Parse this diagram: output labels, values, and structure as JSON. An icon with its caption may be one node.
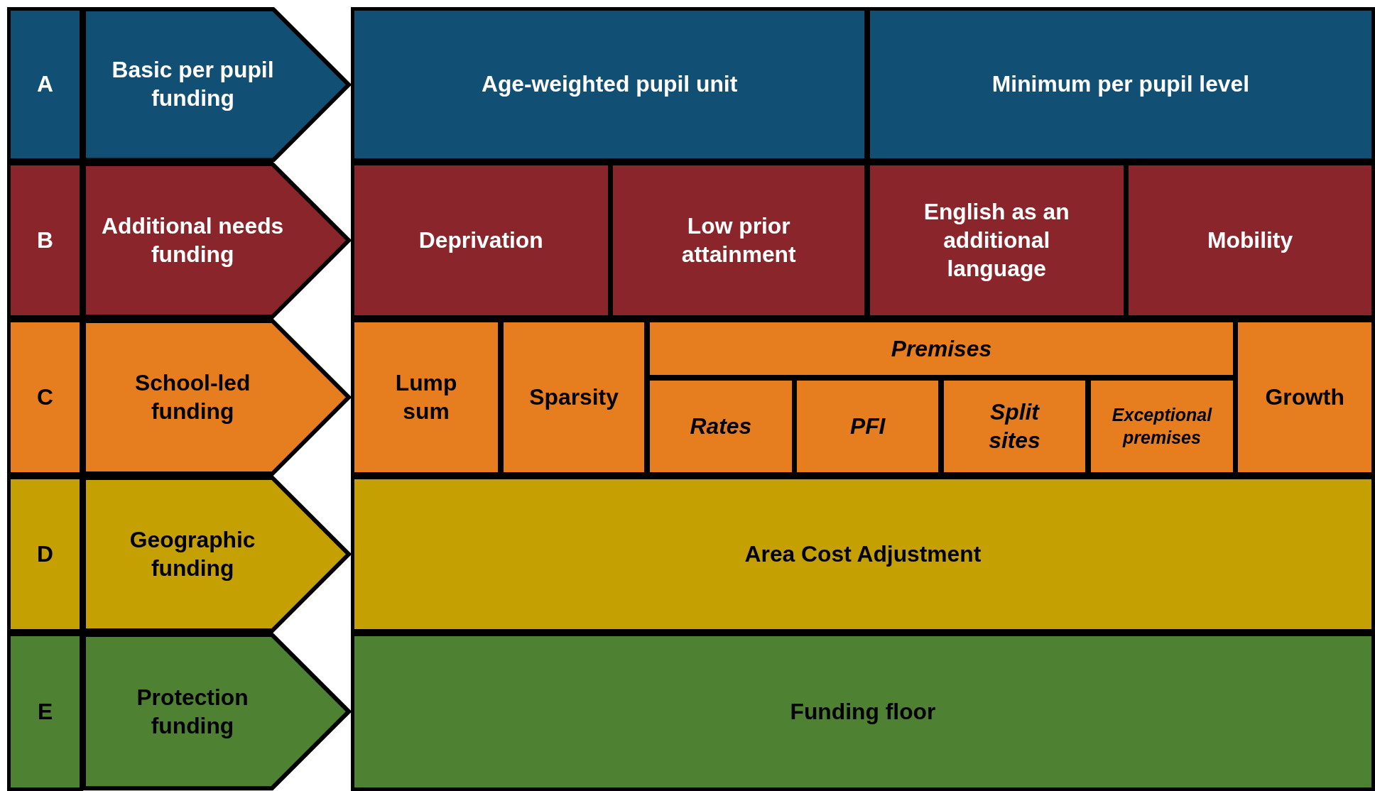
{
  "diagram": {
    "nodes": [
      {
        "text": [
          "A"
        ]
      },
      {
        "text": [
          "Basic per pupil funding"
        ]
      },
      {
        "text": [
          "Age-weighted pupil unit"
        ]
      },
      {
        "text": [
          "Minimum per pupil level"
        ]
      },
      {
        "text": [
          "B"
        ]
      },
      {
        "text": [
          "Additional needs funding"
        ]
      },
      {
        "text": [
          "Deprivation"
        ]
      },
      {
        "text": [
          "Low prior attainment"
        ]
      },
      {
        "text": [
          "English as an additional language"
        ]
      },
      {
        "text": [
          "Mobility"
        ]
      },
      {
        "text": [
          "C"
        ]
      },
      {
        "text": [
          "School-led funding"
        ]
      },
      {
        "text": [
          "Lump sum"
        ]
      },
      {
        "text": [
          "Sparsity"
        ]
      },
      {
        "text": [
          "Premises"
        ]
      },
      {
        "text": [
          "Rates"
        ]
      },
      {
        "text": [
          "PFI"
        ]
      },
      {
        "text": [
          "Split sites"
        ]
      },
      {
        "text": [
          "Exceptional premises"
        ]
      },
      {
        "text": [
          "Growth"
        ]
      },
      {
        "text": [
          "D"
        ]
      },
      {
        "text": [
          "Geographic funding"
        ]
      },
      {
        "text": [
          "Area Cost Adjustment"
        ]
      },
      {
        "text": [
          "E"
        ]
      },
      {
        "text": [
          "Protection funding"
        ]
      },
      {
        "text": [
          "Funding floor"
        ]
      }
    ]
  }
}
